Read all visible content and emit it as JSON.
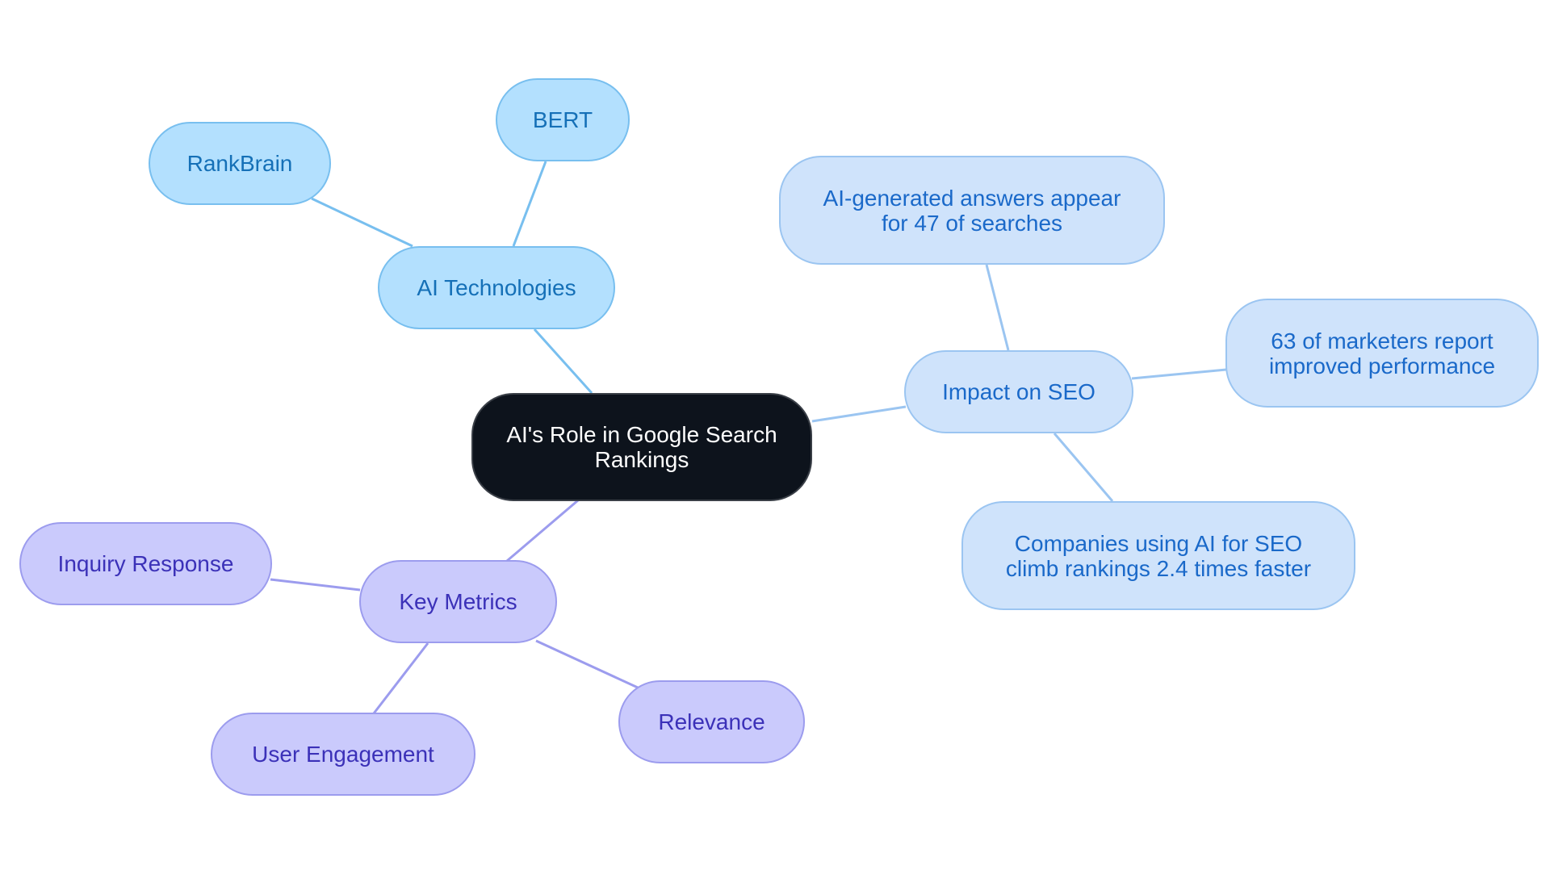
{
  "colors": {
    "root_fill": "#0d131c",
    "root_text": "#ffffff",
    "tech_fill": "#b3e0fe",
    "tech_stroke": "#78bfef",
    "tech_text": "#1570b7",
    "seo_fill": "#cfe3fb",
    "seo_stroke": "#9bc5f1",
    "seo_text": "#1a69c9",
    "metrics_fill": "#cacafc",
    "metrics_stroke": "#9c9cee",
    "metrics_text": "#3b31b8"
  },
  "root": {
    "line1": "AI's Role in Google Search",
    "line2": "Rankings"
  },
  "branches": {
    "ai_technologies": {
      "label": "AI Technologies",
      "children": {
        "bert": "BERT",
        "rankbrain": "RankBrain"
      }
    },
    "impact_on_seo": {
      "label": "Impact on SEO",
      "children": {
        "ai_answers": {
          "line1": "AI-generated answers appear",
          "line2": "for 47 of searches"
        },
        "marketers": {
          "line1": "63 of marketers report",
          "line2": "improved performance"
        },
        "companies": {
          "line1": "Companies using AI for SEO",
          "line2": "climb rankings 2.4 times faster"
        }
      }
    },
    "key_metrics": {
      "label": "Key Metrics",
      "children": {
        "inquiry_response": "Inquiry Response",
        "relevance": "Relevance",
        "user_engagement": "User Engagement"
      }
    }
  }
}
